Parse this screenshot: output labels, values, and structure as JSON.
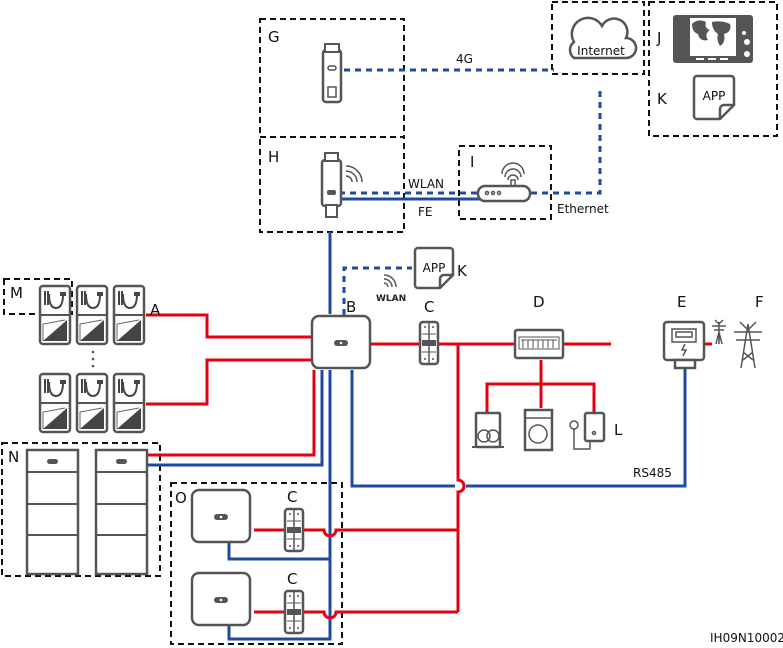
{
  "diagram": {
    "title": "Residential PV + ESS networking diagram",
    "drawing_id": "IH09N10002",
    "colors": {
      "power_line": "#e60012",
      "comm_line": "#1f4aa0",
      "device": "#555555",
      "frame": "#111111"
    },
    "labels": {
      "A": "A",
      "B": "B",
      "C": "C",
      "D": "D",
      "E": "E",
      "F": "F",
      "G": "G",
      "H": "H",
      "I": "I",
      "J": "J",
      "K": "K",
      "L": "L",
      "M": "M",
      "N": "N",
      "O": "O"
    },
    "links": {
      "g_4g": "4G",
      "h_wlan": "WLAN",
      "h_fe": "FE",
      "router_ethernet": "Ethernet",
      "app_wlan": "WLAN",
      "meter_rs485": "RS485"
    },
    "devices": {
      "cloud": {
        "text": "Internet",
        "icon": "cloud-icon"
      },
      "app": {
        "text": "APP",
        "icon": "app-icon"
      },
      "management_system": {
        "icon": "world-map-monitor-icon"
      },
      "dongle_4g": {
        "icon": "4g-dongle-icon"
      },
      "dongle_wlan_fe": {
        "icon": "wlan-fe-dongle-icon"
      },
      "router": {
        "icon": "router-icon"
      },
      "inverter": {
        "icon": "inverter-icon"
      },
      "switch": {
        "icon": "ac-switch-icon"
      },
      "distribution_box": {
        "icon": "distribution-box-icon"
      },
      "meter": {
        "icon": "power-meter-icon"
      },
      "grid": {
        "icon": "transmission-tower-icon"
      },
      "pv_modules": {
        "icon": "pv-module-icon",
        "ellipsis": "⋮"
      },
      "battery": {
        "icon": "battery-icon"
      },
      "loads": [
        {
          "name": "dishwasher",
          "icon": "dishwasher-icon"
        },
        {
          "name": "washing-machine",
          "icon": "washing-machine-icon"
        },
        {
          "name": "water-heater",
          "icon": "water-heater-icon"
        }
      ]
    }
  }
}
